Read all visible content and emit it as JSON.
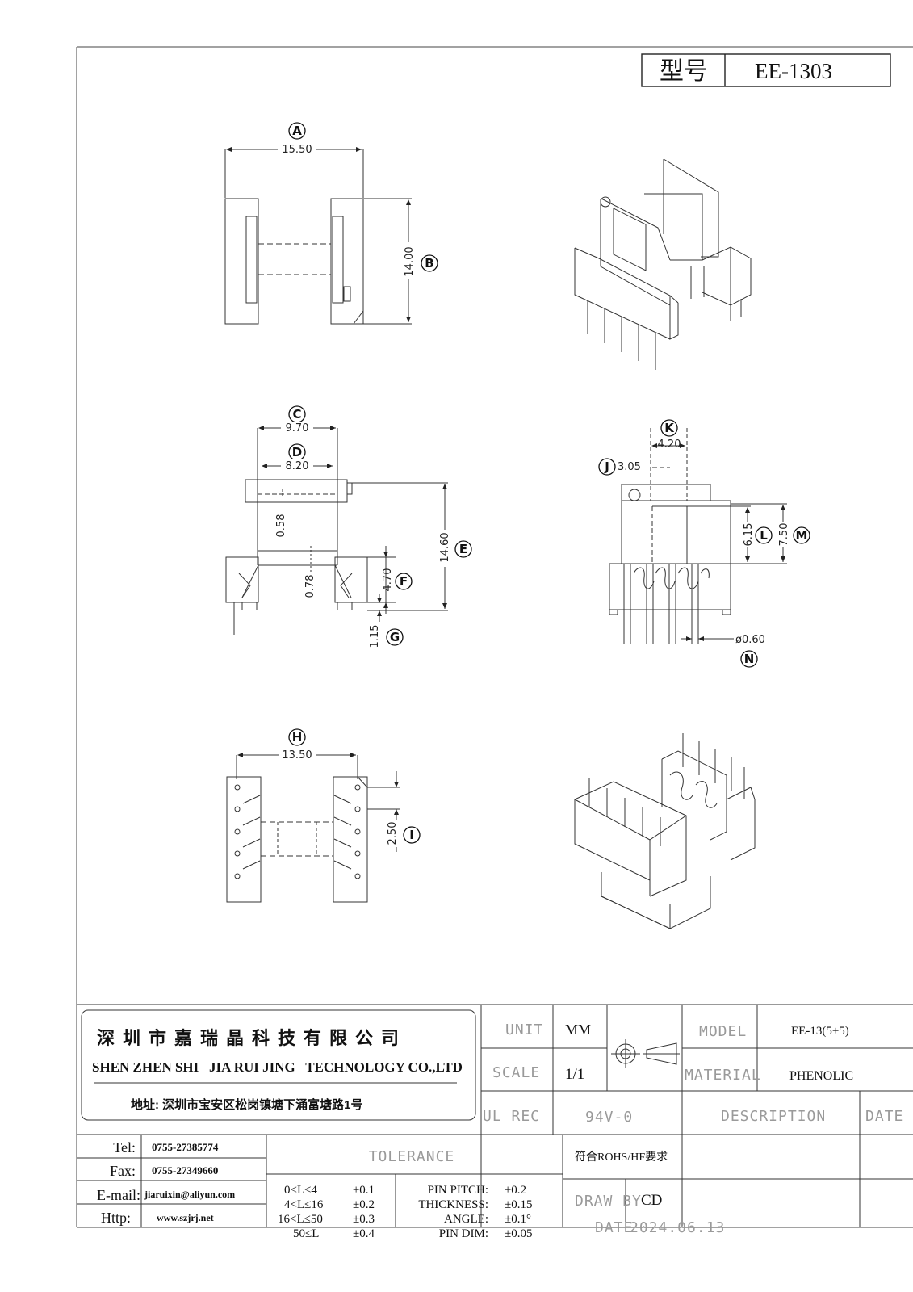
{
  "header": {
    "model_label": "型号",
    "model_value": "EE-1303"
  },
  "dimensions": {
    "A": {
      "letter": "A",
      "value": "15.50"
    },
    "B": {
      "letter": "B",
      "value": "14.00"
    },
    "C": {
      "letter": "C",
      "value": "9.70"
    },
    "D": {
      "letter": "D",
      "value": "8.20"
    },
    "E": {
      "letter": "E",
      "value": "14.60"
    },
    "F": {
      "letter": "F",
      "value": "4.70"
    },
    "G": {
      "letter": "G",
      "value": "1.15"
    },
    "H": {
      "letter": "H",
      "value": "13.50"
    },
    "I": {
      "letter": "I",
      "value": "2.50"
    },
    "J": {
      "letter": "J",
      "value": "3.05"
    },
    "K": {
      "letter": "K",
      "value": "4.20"
    },
    "L": {
      "letter": "L",
      "value": "6.15"
    },
    "M": {
      "letter": "M",
      "value": "7.50"
    },
    "N": {
      "letter": "N",
      "value": "ø0.60"
    },
    "inner_058": "0.58",
    "inner_078": "0.78"
  },
  "company": {
    "name_cn": "深圳市嘉瑞晶科技有限公司",
    "name_en": "SHEN ZHEN SHI   JIA RUI JING   TECHNOLOGY CO.,LTD",
    "address": "地址: 深圳市宝安区松岗镇塘下涌富塘路1号"
  },
  "contact": {
    "tel_label": "Tel:",
    "tel": "0755-27385774",
    "fax_label": "Fax:",
    "fax": "0755-27349660",
    "email_label": "E-mail:",
    "email": "jiaruixin@aliyun.com",
    "http_label": "Http:",
    "http": "www.szjrj.net"
  },
  "spec": {
    "unit_label": "UNIT",
    "unit_value": "MM",
    "scale_label": "SCALE",
    "scale_value": "1/1",
    "ul_label": "UL REC",
    "ul_value": "94V-0",
    "model_label": "MODEL",
    "model_value": "EE-13(5+5)",
    "material_label": "MATERIAL",
    "material_value": "PHENOLIC",
    "description_label": "DESCRIPTION",
    "date_label": "DATE",
    "rohs": "符合ROHS/HF要求",
    "draw_by_label": "DRAW BY",
    "draw_by_value": "CD",
    "date_row_label": "DATE",
    "date_row_value": "2024.06.13"
  },
  "tolerance": {
    "title": "TOLERANCE",
    "ranges": [
      {
        "range": "0<L≤4",
        "tol": "±0.1"
      },
      {
        "range": "4<L≤16",
        "tol": "±0.2"
      },
      {
        "range": "16<L≤50",
        "tol": "±0.3"
      },
      {
        "range": "50≤L",
        "tol": "±0.4"
      }
    ],
    "items": [
      {
        "name": "PIN PITCH:",
        "tol": "±0.2"
      },
      {
        "name": "THICKNESS:",
        "tol": "±0.15"
      },
      {
        "name": "ANGLE:",
        "tol": "±0.1°"
      },
      {
        "name": "PIN DIM:",
        "tol": "±0.05"
      }
    ]
  }
}
